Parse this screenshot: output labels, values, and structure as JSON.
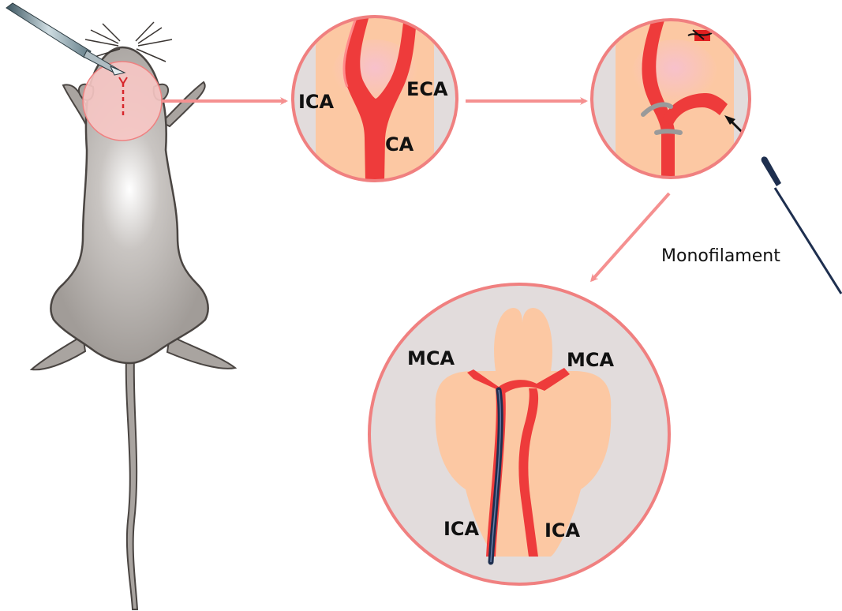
{
  "labels": {
    "neck_ica": "ICA",
    "neck_eca": "ECA",
    "neck_ca": "CA",
    "monofilament": "Monofilament",
    "brain_mca_left": "MCA",
    "brain_mca_right": "MCA",
    "brain_ica_left": "ICA",
    "brain_ica_right": "ICA"
  },
  "colors": {
    "artery": "#ee3b3b",
    "circle_border": "#f08080",
    "circle_fill": "#e2dcdc",
    "tissue": "#fcc8a3",
    "arrow": "#f59090",
    "mouse_body": "#a9a4a0",
    "filament": "#1e2f4f",
    "clip": "#9a9a9a"
  }
}
